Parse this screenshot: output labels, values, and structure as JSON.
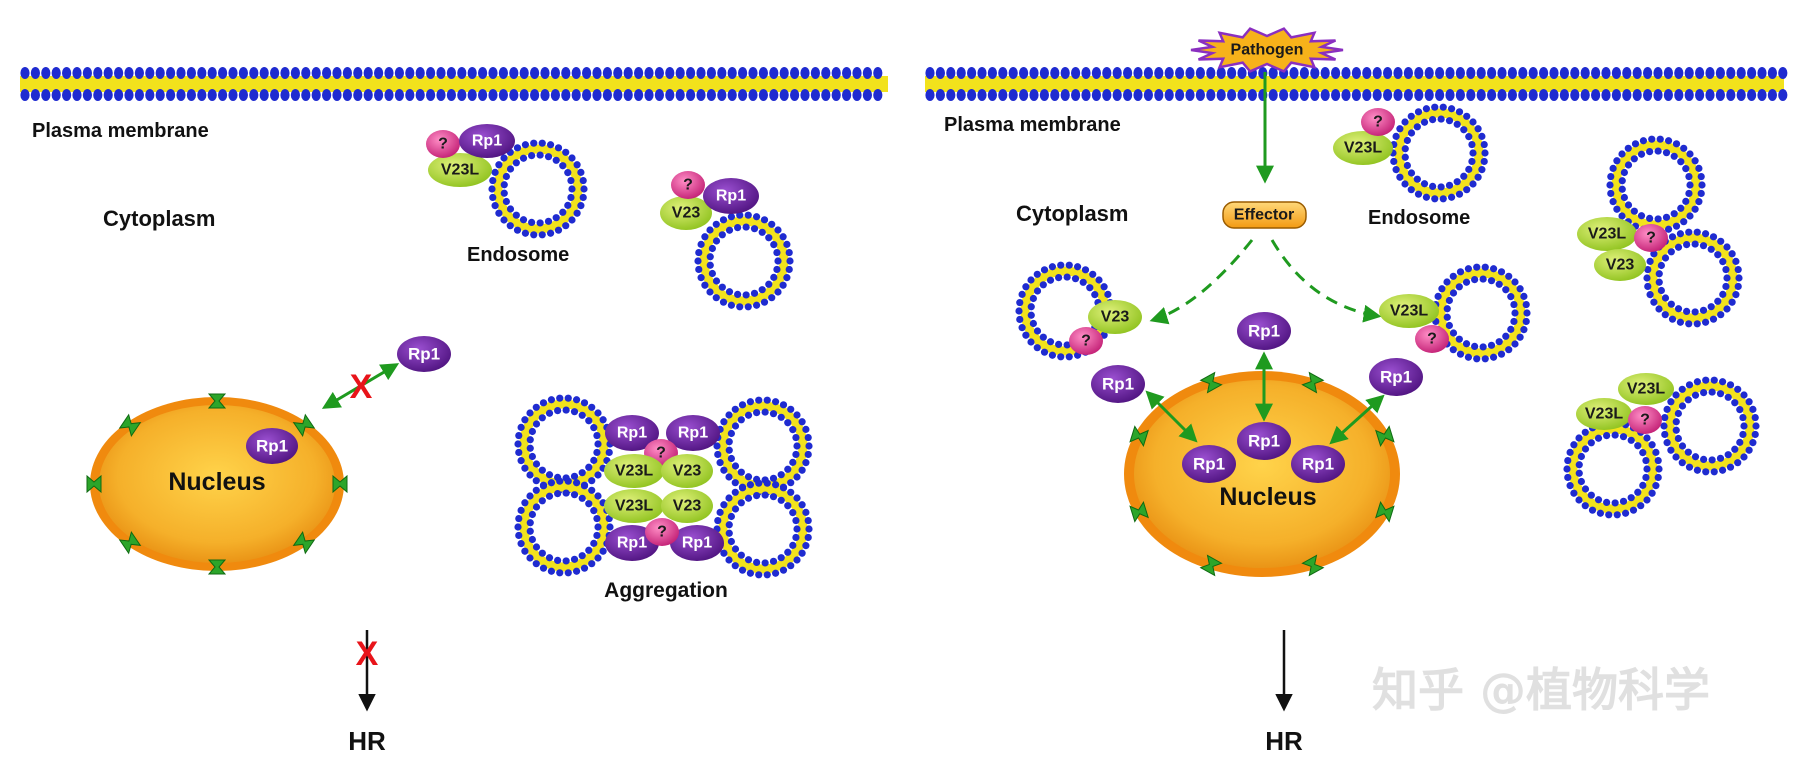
{
  "left_panel": {
    "membrane_label": "Plasma membrane",
    "cytoplasm_label": "Cytoplasm",
    "endosome_label": "Endosome",
    "nucleus_label": "Nucleus",
    "aggregation_label": "Aggregation",
    "hr_label": "HR"
  },
  "right_panel": {
    "membrane_label": "Plasma membrane",
    "cytoplasm_label": "Cytoplasm",
    "endosome_label": "Endosome",
    "nucleus_label": "Nucleus",
    "pathogen_label": "Pathogen",
    "effector_label": "Effector",
    "hr_label": "HR"
  },
  "proteins": {
    "rp1": "Rp1",
    "v23": "V23",
    "v23l": "V23L",
    "unknown": "?"
  },
  "blocked_mark": "X",
  "watermark": "知乎 @植物科学",
  "colors": {
    "membrane_blue": "#1f2bd0",
    "membrane_yellow": "#f2e21c",
    "nucleus_orange": "#f5a623",
    "rp1_purple": "#7a27a8",
    "v23_green": "#b7dd3c",
    "unknown_pink": "#e8479a",
    "arrow_green": "#1f9a1f",
    "block_red": "#e8141a",
    "pathogen_fill": "#f7b21a",
    "pathogen_outline": "#8a2fc0"
  }
}
